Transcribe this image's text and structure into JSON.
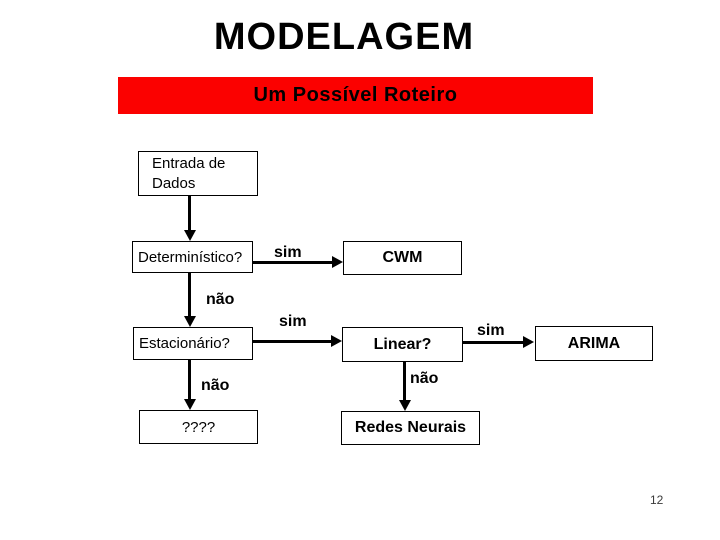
{
  "title": "MODELAGEM",
  "banner": {
    "text": "Um Possível Roteiro"
  },
  "colors": {
    "banner_bg": "#fb0100",
    "text": "#000000",
    "page_number": "#3a3a3a"
  },
  "flowchart": {
    "nodes": {
      "entrada": {
        "label": "Entrada de Dados"
      },
      "deterministico": {
        "label": "Determinístico?"
      },
      "cwm": {
        "label": "CWM"
      },
      "estacionario": {
        "label": "Estacionário?"
      },
      "linear": {
        "label": "Linear?"
      },
      "arima": {
        "label": "ARIMA"
      },
      "unknown": {
        "label": "????"
      },
      "redes_neurais": {
        "label": "Redes Neurais"
      }
    },
    "edge_labels": {
      "deterministico_cwm": "sim",
      "deterministico_estacionario": "não",
      "estacionario_linear": "sim",
      "estacionario_unknown": "não",
      "linear_arima": "sim",
      "linear_redes": "não"
    }
  },
  "page_number": "12"
}
